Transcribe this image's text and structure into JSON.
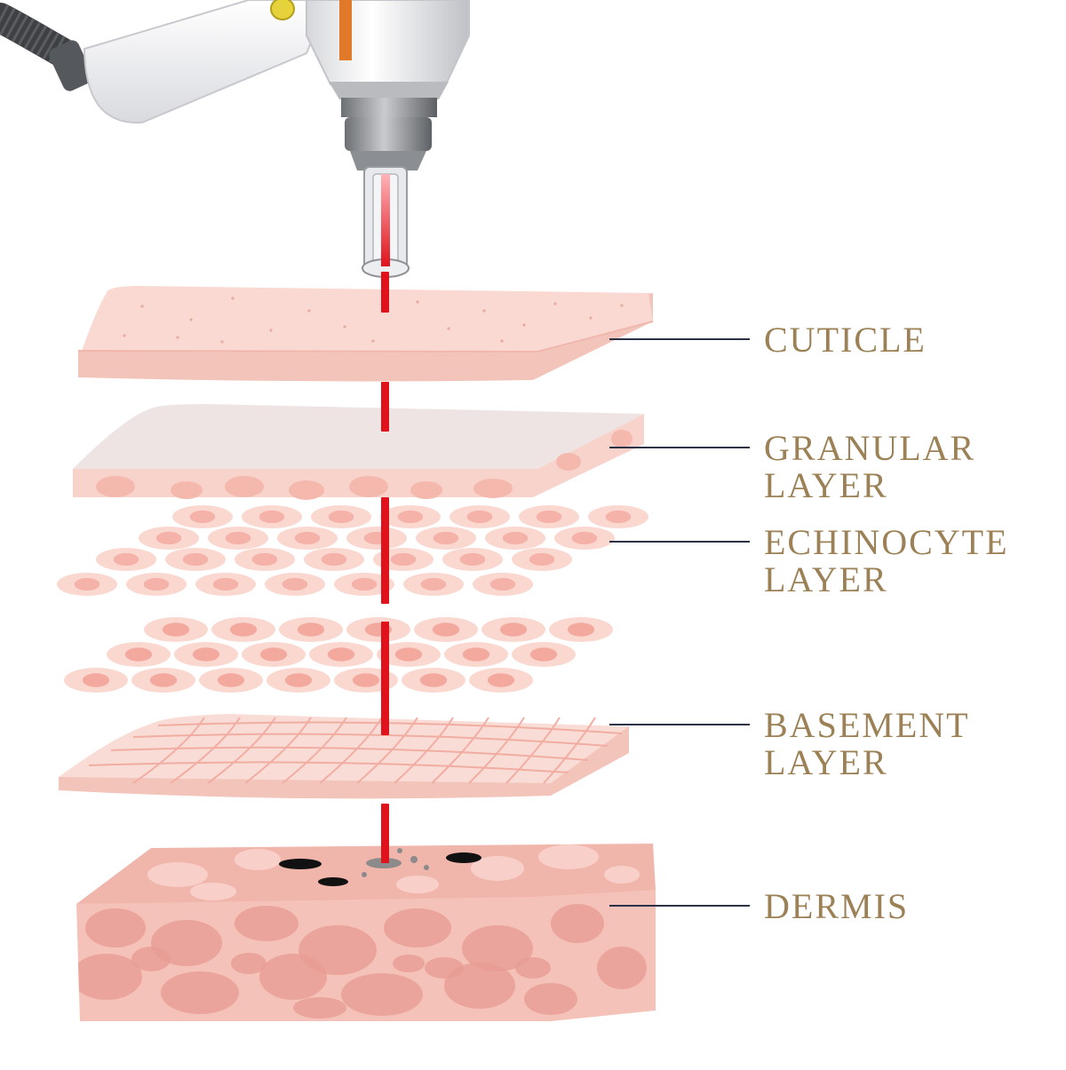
{
  "labels": {
    "cuticle": {
      "line1": "CUTICLE"
    },
    "granular": {
      "line1": "GRANULAR",
      "line2": "LAYER"
    },
    "echinocyte": {
      "line1": "ECHINOCYTE",
      "line2": "LAYER"
    },
    "basement": {
      "line1": "BASEMENT",
      "line2": "LAYER"
    },
    "dermis": {
      "line1": "DERMIS"
    }
  },
  "colors": {
    "label_text": "#9c8156",
    "leader_line": "#2c3246",
    "laser_beam": "#e0121c",
    "cuticle_top": "#fad9d2",
    "cuticle_side": "#f4c3b9",
    "granular_top": "#efe4e4",
    "granular_side": "#f7d3cb",
    "cell_outer": "#fad8d0",
    "cell_nucleus": "#f3a69b",
    "basement_fill": "#f9dcd5",
    "basement_lines": "#f1ada2",
    "dermis_base": "#f4c2b8",
    "dermis_blob": "#e79c93",
    "pore": "#111111"
  },
  "icons": [
    "laser-handpiece-icon",
    "laser-beam-icon"
  ]
}
